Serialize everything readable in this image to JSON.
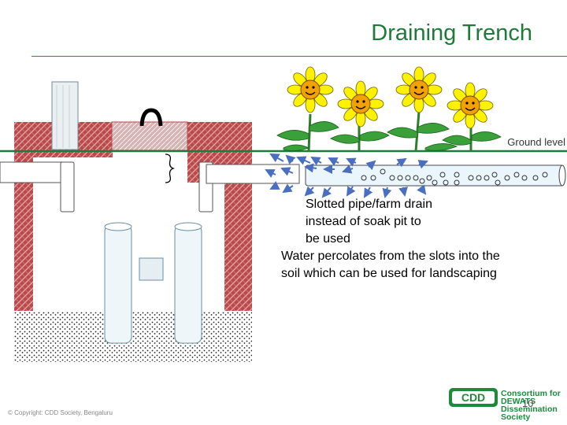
{
  "title": "Draining Trench",
  "labels": {
    "ground_level": "Ground level",
    "desc_line1": "Slotted pipe/farm drain",
    "desc_line2": "instead of soak pit to",
    "desc_line3": "be used",
    "desc_line4": "Water percolates from the slots into the",
    "desc_line5": "soil which can be used for landscaping"
  },
  "footer": {
    "copyright": "© Copyright: CDD Society, Bengaluru",
    "logo_mark": "CDD",
    "logo_text": "Consortium for DEWATS Dissemination Society",
    "page_number": "10"
  },
  "colors": {
    "title": "#1f7a3a",
    "brick": "#c0504d",
    "pipe": "#e8f4fb",
    "sunflower_petal": "#fff000",
    "logo": "#1f8a3b"
  },
  "icons": [
    "sunflower-icon",
    "cdd-logo-icon"
  ]
}
